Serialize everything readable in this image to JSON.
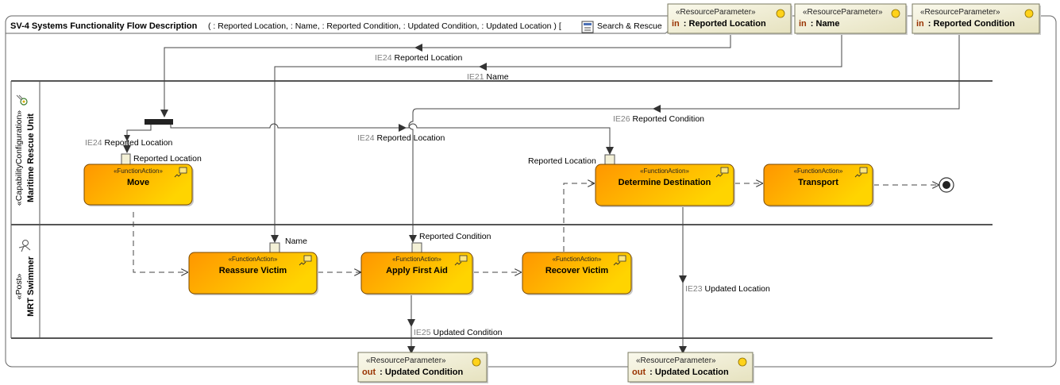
{
  "frame": {
    "title": "SV-4 Systems Functionality Flow Description",
    "params": "( : Reported Location,  : Name,  : Reported Condition,  : Updated Condition,  : Updated Location ) [",
    "link": "Search & Rescue"
  },
  "lanes": [
    {
      "stereotype": "«CapabilityConfiguration»",
      "name": "Maritime Rescue Unit",
      "icon": "capability-configuration-icon"
    },
    {
      "stereotype": "«Post»",
      "name": "MRT Swimmer",
      "icon": "post-icon"
    }
  ],
  "inputs": [
    {
      "stereotype": "«ResourceParameter»",
      "direction": "in",
      "name": ": Reported Location"
    },
    {
      "stereotype": "«ResourceParameter»",
      "direction": "in",
      "name": ": Name"
    },
    {
      "stereotype": "«ResourceParameter»",
      "direction": "in",
      "name": ": Reported Condition"
    }
  ],
  "outputs": [
    {
      "stereotype": "«ResourceParameter»",
      "direction": "out",
      "name": ": Updated Condition"
    },
    {
      "stereotype": "«ResourceParameter»",
      "direction": "out",
      "name": ": Updated Location"
    }
  ],
  "actions": [
    {
      "stereotype": "«FunctionAction»",
      "name": "Move"
    },
    {
      "stereotype": "«FunctionAction»",
      "name": "Determine Destination"
    },
    {
      "stereotype": "«FunctionAction»",
      "name": "Transport"
    },
    {
      "stereotype": "«FunctionAction»",
      "name": "Reassure Victim"
    },
    {
      "stereotype": "«FunctionAction»",
      "name": "Apply First Aid"
    },
    {
      "stereotype": "«FunctionAction»",
      "name": "Recover Victim"
    }
  ],
  "pins": {
    "move": "Reported Location",
    "determine": "Reported Location",
    "reassure": "Name",
    "first_aid": "Reported Condition"
  },
  "flows": [
    {
      "id": "IE24",
      "label": "Reported Location"
    },
    {
      "id": "IE21",
      "label": "Name"
    },
    {
      "id": "IE26",
      "label": "Reported Condition"
    },
    {
      "id": "IE24",
      "label": "Reported Location"
    },
    {
      "id": "IE24",
      "label": "Reported Location"
    },
    {
      "id": "IE23",
      "label": "Updated Location"
    },
    {
      "id": "IE25",
      "label": "Updated Condition"
    }
  ],
  "colors": {
    "action_fill_start": "#FF9900",
    "action_fill_end": "#FFD200",
    "param_fill": "#F2F0DA",
    "in_out_keyword": "#993300",
    "id_gray": "#808080"
  }
}
